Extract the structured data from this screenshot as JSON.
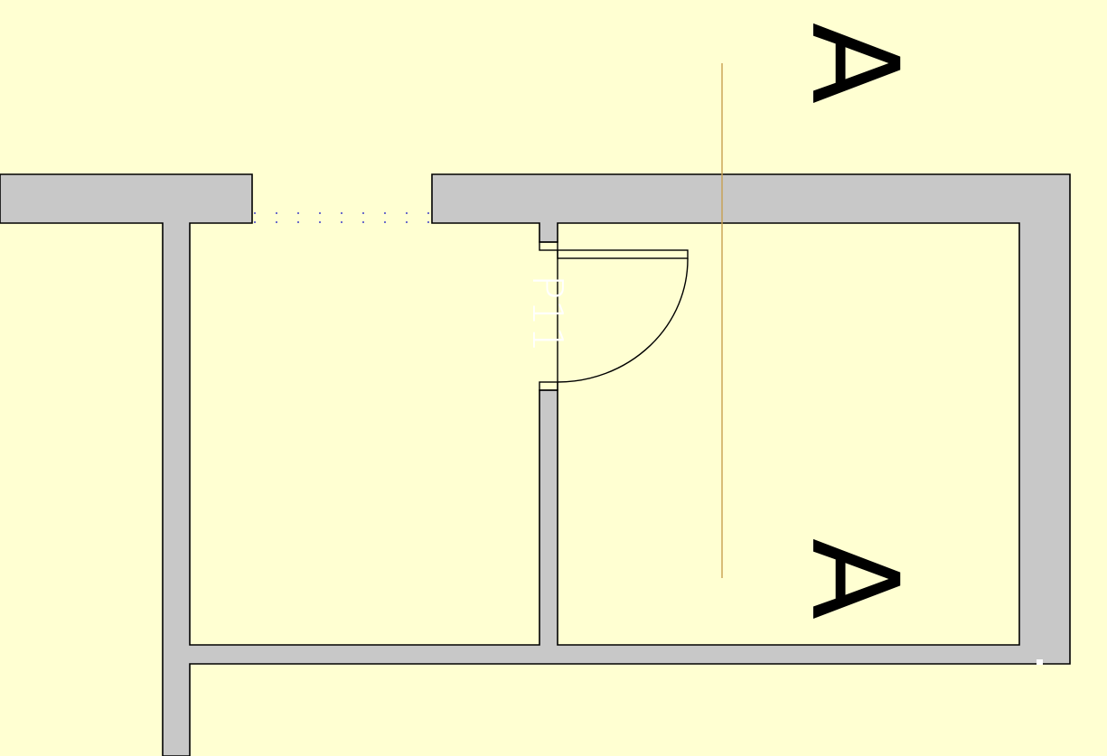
{
  "drawing": {
    "background_color": "#FFFFD2",
    "wall_fill_color": "#C8C8C8",
    "line_color": "#000000",
    "section_line_color": "#C8A050",
    "opening_marker_color": "#3C3CC8",
    "door_tag_color": "#FFFFFF"
  },
  "section_markers": {
    "top_label": "A",
    "bottom_label": "A"
  },
  "door": {
    "tag": "P11"
  }
}
